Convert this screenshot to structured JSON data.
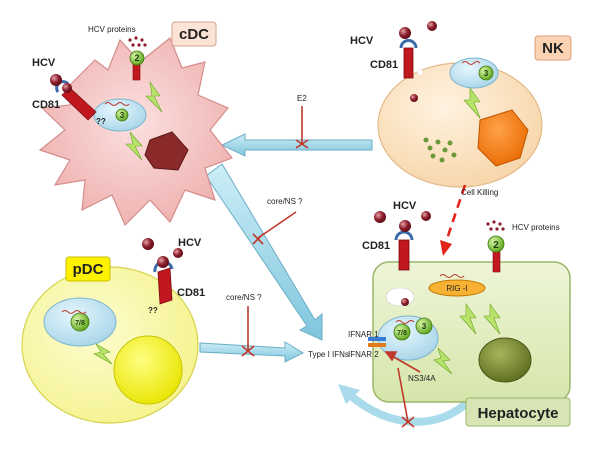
{
  "labels": {
    "cdc": "cDC",
    "nk": "NK",
    "pdc": "pDC",
    "hepatocyte": "Hepatocyte",
    "hcv": "HCV",
    "cd81": "CD81",
    "hcv_proteins": "HCV proteins",
    "e2": "E2",
    "cell_killing": "Cell Killing",
    "core_ns": "core/NS ?",
    "unknown": "??",
    "type_ifns": "Type I IFNs",
    "ifnar1": "IFNAR 1",
    "ifnar2": "IFNAR 2",
    "ns34a": "NS3/4A",
    "rig_i": "RIG -I",
    "tlr2": "2",
    "tlr3": "3",
    "tlr78": "7/8"
  },
  "colors": {
    "cdc_fill": "#f6c9c8",
    "nk_fill": "#fbe3c4",
    "pdc_fill": "#fbfaa6",
    "hep_fill": "#e4efc4",
    "label_box_cdc": "#fbe3d6",
    "label_box_nk": "#fbd3b3",
    "label_box_pdc": "#fef200",
    "label_box_hep": "#d7e5b5",
    "arrow_fill": "#a9dbea",
    "inhibit": "#c0392b",
    "virus": "#8b1d2b",
    "receptor": "#c0181e",
    "tlr_green": "#8dcf3a"
  }
}
